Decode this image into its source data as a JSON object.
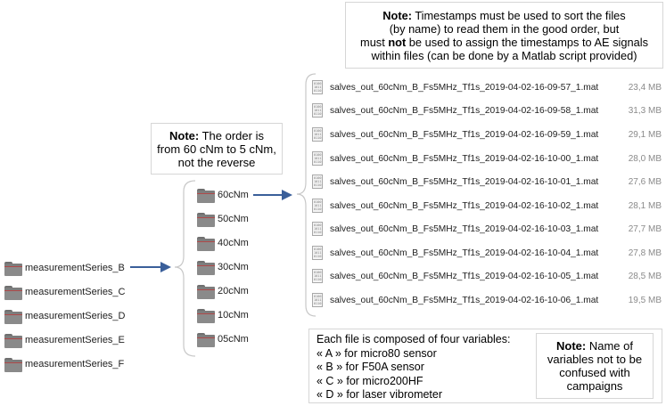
{
  "series_folders": [
    "measurementSeries_B",
    "measurementSeries_C",
    "measurementSeries_D",
    "measurementSeries_E",
    "measurementSeries_F"
  ],
  "torque_folders": [
    "60cNm",
    "50cNm",
    "40cNm",
    "30cNm",
    "20cNm",
    "10cNm",
    "05cNm"
  ],
  "files": [
    {
      "name": "salves_out_60cNm_B_Fs5MHz_Tf1s_2019-04-02-16-09-57_1.mat",
      "size": "23,4 MB"
    },
    {
      "name": "salves_out_60cNm_B_Fs5MHz_Tf1s_2019-04-02-16-09-58_1.mat",
      "size": "31,3 MB"
    },
    {
      "name": "salves_out_60cNm_B_Fs5MHz_Tf1s_2019-04-02-16-09-59_1.mat",
      "size": "29,1 MB"
    },
    {
      "name": "salves_out_60cNm_B_Fs5MHz_Tf1s_2019-04-02-16-10-00_1.mat",
      "size": "28,0 MB"
    },
    {
      "name": "salves_out_60cNm_B_Fs5MHz_Tf1s_2019-04-02-16-10-01_1.mat",
      "size": "27,6 MB"
    },
    {
      "name": "salves_out_60cNm_B_Fs5MHz_Tf1s_2019-04-02-16-10-02_1.mat",
      "size": "28,1 MB"
    },
    {
      "name": "salves_out_60cNm_B_Fs5MHz_Tf1s_2019-04-02-16-10-03_1.mat",
      "size": "27,7 MB"
    },
    {
      "name": "salves_out_60cNm_B_Fs5MHz_Tf1s_2019-04-02-16-10-04_1.mat",
      "size": "27,8 MB"
    },
    {
      "name": "salves_out_60cNm_B_Fs5MHz_Tf1s_2019-04-02-16-10-05_1.mat",
      "size": "28,5 MB"
    },
    {
      "name": "salves_out_60cNm_B_Fs5MHz_Tf1s_2019-04-02-16-10-06_1.mat",
      "size": "19,5 MB"
    }
  ],
  "file_icon_glyph": "0100\n1011\n0110",
  "notes": {
    "order": {
      "bold": "Note:",
      "line1_rest": " The order is",
      "line2": "from 60 cNm to 5 cNm,",
      "line3": "not the reverse"
    },
    "timestamps": {
      "bold": "Note:",
      "line1_rest": " Timestamps must be used to sort the files",
      "line2": "(by name) to read them in the good order, but",
      "line3_pre": "must ",
      "line3_bold": "not",
      "line3_post": " be used to assign the timestamps to AE signals",
      "line4": "within files (can be done by a Matlab script provided)"
    },
    "variables": {
      "header": "Each file is composed of four variables:",
      "items": [
        "« A » for micro80 sensor",
        "« B » for F50A sensor",
        "« C » for micro200HF",
        "« D » for laser vibrometer"
      ]
    },
    "names": {
      "bold": "Note:",
      "line1_rest": " Name of",
      "line2": "variables not to be",
      "line3": "confused with",
      "line4": "campaigns"
    }
  },
  "colors": {
    "arrow": "#3a5f9a",
    "folder_accent": "#b04a4a",
    "brace": "#c8c8c8"
  }
}
